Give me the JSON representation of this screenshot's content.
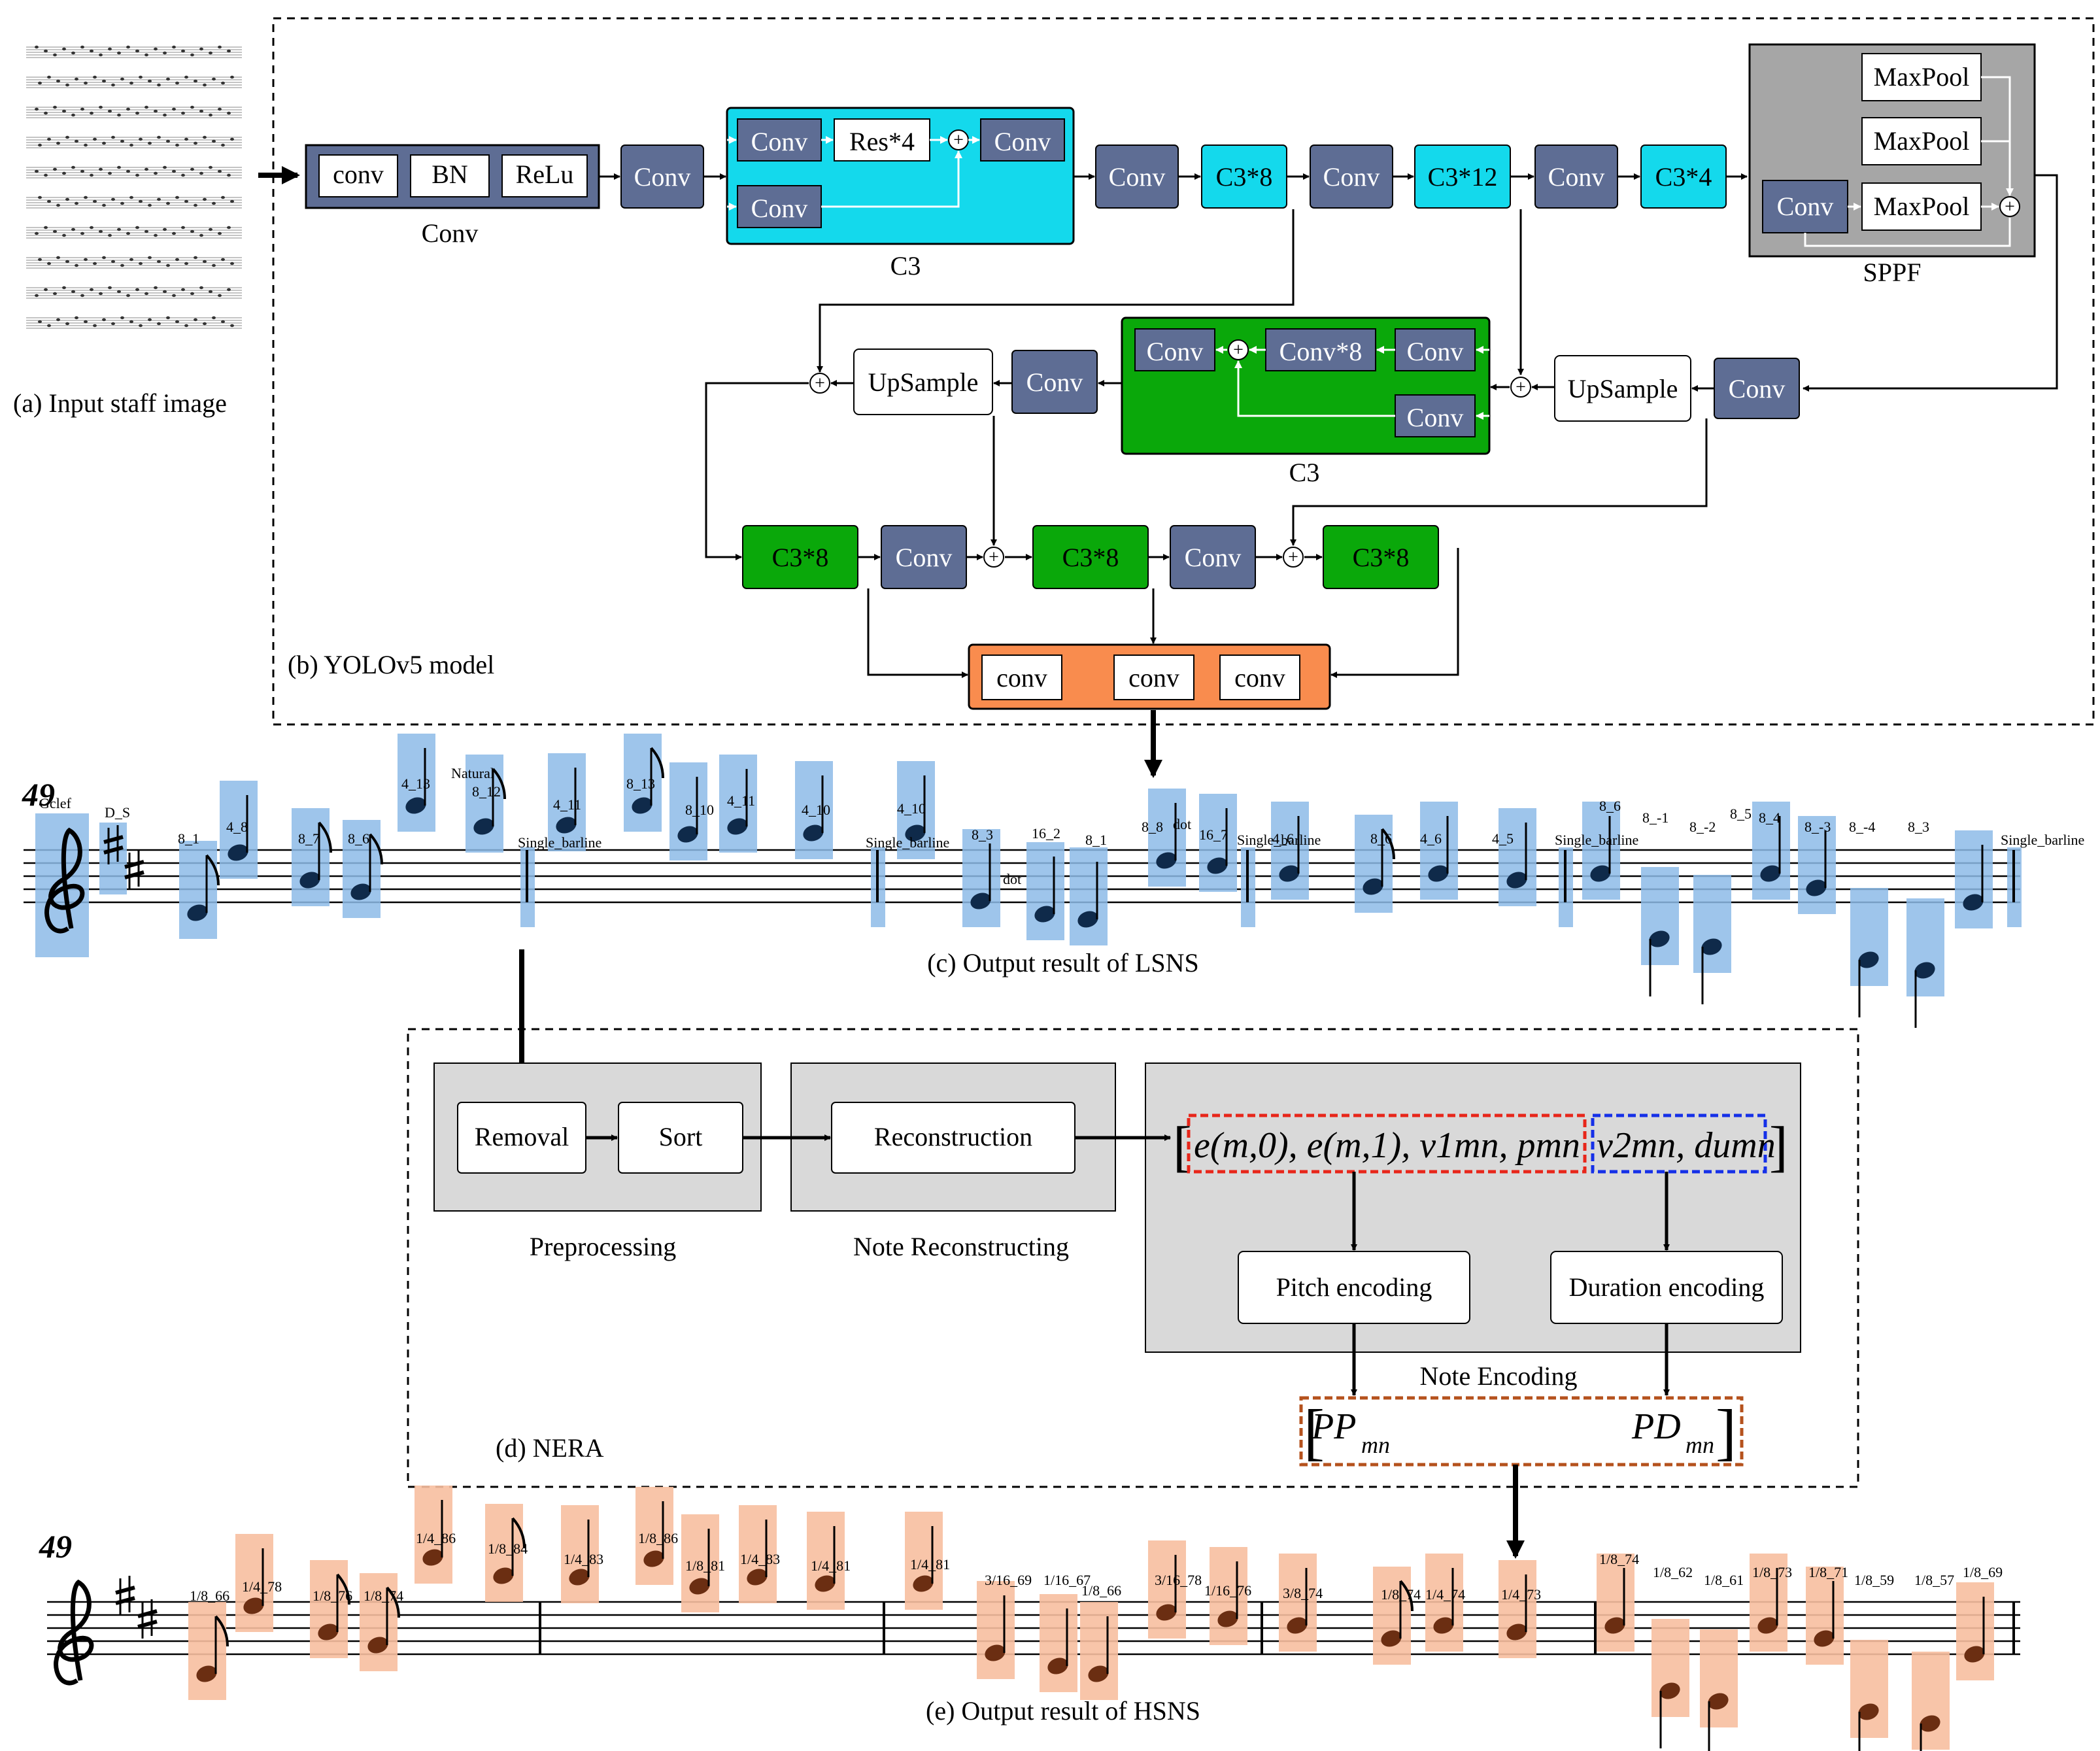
{
  "captions": {
    "a": "(a) Input staff image",
    "b": "(b) YOLOv5 model",
    "c": "(c) Output result of LSNS",
    "d": "(d) NERA",
    "e": "(e) Output result of HSNS"
  },
  "yolo": {
    "conv_lower": "conv",
    "bn": "BN",
    "relu": "ReLu",
    "conv": "Conv",
    "conv_group_label": "Conv",
    "res4": "Res*4",
    "c3": "C3",
    "c3x8": "C3*8",
    "c3x12": "C3*12",
    "c3x4": "C3*4",
    "conv8": "Conv*8",
    "maxpool": "MaxPool",
    "sppf": "SPPF",
    "upsample": "UpSample",
    "plus": "+"
  },
  "nera": {
    "removal": "Removal",
    "sort": "Sort",
    "reconstruction": "Reconstruction",
    "preprocessing": "Preprocessing",
    "note_reconstructing": "Note Reconstructing",
    "formula_red": "e(m,0), e(m,1), v1mn, pmn",
    "formula_blue": "v2mn, dumn",
    "pitch_encoding": "Pitch encoding",
    "duration_encoding": "Duration encoding",
    "note_encoding": "Note Encoding",
    "pp": "PP",
    "pd": "PD",
    "mn": "mn"
  },
  "lsns": {
    "measure": "49",
    "labels": [
      "Gclef",
      "D_S",
      "8_1",
      "4_8",
      "8_7",
      "8_6",
      "4_13",
      "Natural",
      "8_12",
      "Single_barline",
      "4_11",
      "8_13",
      "8_10",
      "4_11",
      "4_10",
      "Single_barline",
      "4_10",
      "8_3",
      "dot",
      "16_2",
      "8_1",
      "8_8",
      "dot",
      "16_7",
      "Single_barline",
      "4_6",
      "8_6",
      "4_6",
      "4_5",
      "Single_barline",
      "8_6",
      "8_-1",
      "8_-2",
      "8_5",
      "8_4",
      "8_-3",
      "8_-4",
      "8_3",
      "Single_barline"
    ]
  },
  "hsns": {
    "measure": "49",
    "labels": [
      "1/8_66",
      "1/4_78",
      "1/8_76",
      "1/8_74",
      "1/4_86",
      "1/8_84",
      "1/4_83",
      "1/8_86",
      "1/8_81",
      "1/4_83",
      "1/4_81",
      "1/4_81",
      "3/16_69",
      "1/16_67",
      "1/8_66",
      "3/16_78",
      "1/16_76",
      "3/8_74",
      "1/8_74",
      "1/4_74",
      "1/4_73",
      "1/8_74",
      "1/8_62",
      "1/8_61",
      "1/8_73",
      "1/8_71",
      "1/8_59",
      "1/8_57",
      "1/8_69"
    ]
  },
  "colors": {
    "conv_box": "#5e6d94",
    "c3_cyan": "#14d9ec",
    "c3_green": "#0aa80a",
    "head_orange": "#f98c4e",
    "sppf_gray": "#a6a6a6",
    "nera_gray": "#d9d9d9",
    "lsns_box": "#8dbbe8",
    "hsns_box": "#f7bfa0"
  }
}
